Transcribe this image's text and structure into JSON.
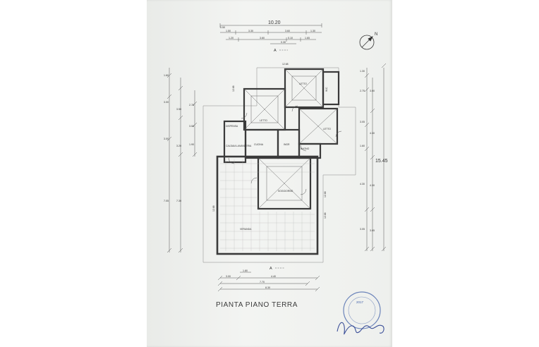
{
  "title": "PIANTA PIANO TERRA",
  "section_marker": "A",
  "dimensions": {
    "top_total": "10.20",
    "top_row1": [
      "1.50",
      "3.30",
      "3.60",
      "1.30"
    ],
    "top_row2": [
      "1.20",
      "3.60",
      "0.10",
      "1.65"
    ],
    "top_row2_extra": "0.30",
    "top_small": "0.50",
    "right_total": "15.45",
    "right_outer": [
      "3.00",
      "4.30",
      "4.30",
      "3.05"
    ],
    "right_inner": [
      "1.30",
      "2.75",
      "3.05",
      "1.60",
      "4.30",
      "3.05"
    ],
    "left_outer": [
      "1.60",
      "3.00",
      "3.00",
      "7.05"
    ],
    "left_inner": [
      "3.50",
      "3.20",
      "7.30"
    ],
    "left_small": [
      "2.70",
      "3.00",
      "1.90"
    ],
    "bottom_row1": [
      "1.80"
    ],
    "bottom_row2": [
      "3.00",
      "4.40"
    ],
    "bottom_row3": "7.70",
    "bottom_row4": "8.30",
    "wall_labels": [
      "12.68",
      "12.68",
      "12.68",
      "12.68",
      "12.68"
    ]
  },
  "rooms": {
    "letto1": "LETTO",
    "letto2": "LETTO",
    "letto3": "LETTO",
    "wc": "W.C",
    "cucina": "CUCINA",
    "soggiorno": "SOGGIORNO",
    "caldaia": "CALDAIA LAVANDERIA",
    "bagno": "BAGNO",
    "dispensa": "DISPENSA",
    "veranda": "VERANDA",
    "ingr": "INGR"
  },
  "stamp_text": "2017",
  "colors": {
    "ink": "#4a4a4a",
    "paper": "#eef0ed",
    "stamp": "#3f5fa8"
  }
}
